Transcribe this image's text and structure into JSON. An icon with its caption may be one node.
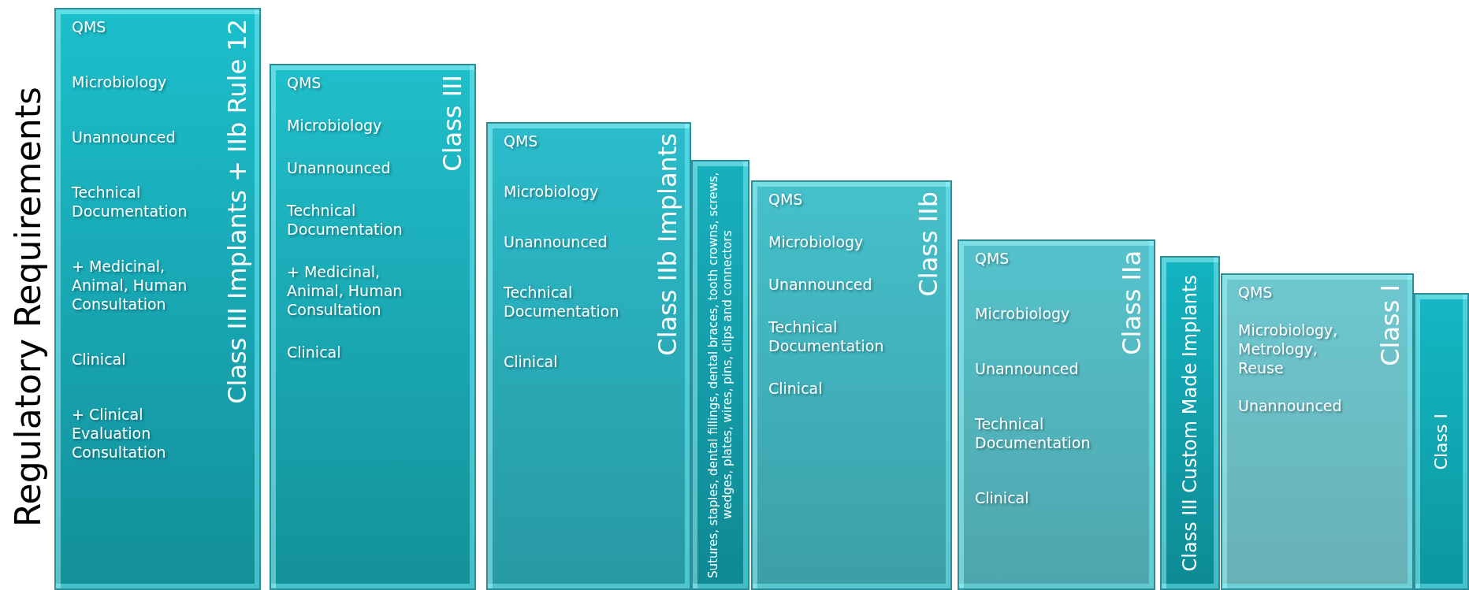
{
  "diagram": {
    "nodes": [
      {
        "text": [
          "Class III Implants + IIb Rule 12",
          "QMS",
          "Microbiology",
          "Unannounced",
          "Technical Documentation",
          "+ Medicinal, Animal, Human Consultation",
          "Clinical",
          "+ Clinical Evaluation Consultation"
        ]
      },
      {
        "text": [
          "Class III",
          "QMS",
          "Microbiology",
          "Unannounced",
          "Technical Documentation",
          "+ Medicinal, Animal, Human Consultation",
          "Clinical"
        ]
      },
      {
        "text": [
          "Class IIb Implants",
          "QMS",
          "Microbiology",
          "Unannounced",
          "Technical Documentation",
          "Clinical"
        ]
      },
      {
        "text": [
          "Sutures, staples, dental fillings, dental braces, tooth crowns, screws, wedges, plates, wires, pins, clips and connectors"
        ]
      },
      {
        "text": [
          "Class IIb",
          "QMS",
          "Microbiology",
          "Unannounced",
          "Technical Documentation",
          "Clinical"
        ]
      },
      {
        "text": [
          "Class IIa",
          "QMS",
          "Microbiology",
          "Unannounced",
          "Technical Documentation",
          "Clinical"
        ]
      },
      {
        "text": [
          "Class III Custom Made Implants"
        ]
      },
      {
        "text": [
          "Class I",
          "QMS",
          "Microbiology, Metrology, Reuse",
          "Unannounced"
        ]
      },
      {
        "text": [
          "Class I"
        ]
      }
    ],
    "labels": [
      "Regulatory Requirements"
    ]
  }
}
